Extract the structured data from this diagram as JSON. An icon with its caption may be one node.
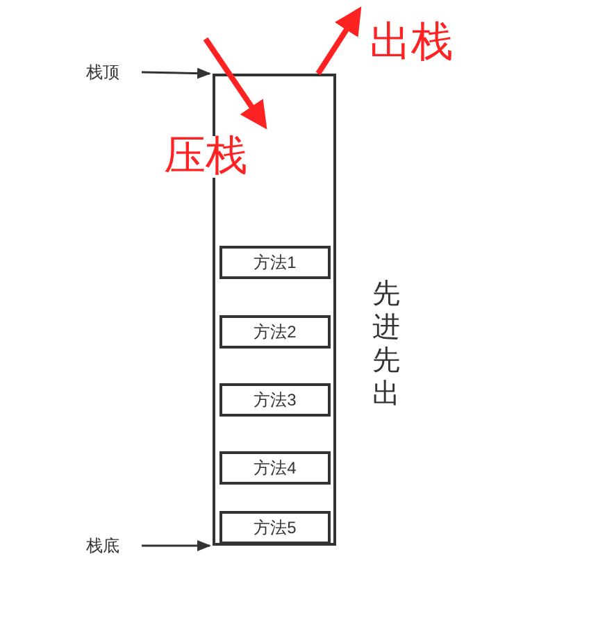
{
  "diagram": {
    "nodes": [
      {
        "text": [
          "栈顶"
        ]
      },
      {
        "text": [],
        "shape": "box"
      },
      {
        "text": [
          "方法1"
        ],
        "in": 1
      },
      {
        "text": [
          "方法2"
        ],
        "in": 1
      },
      {
        "text": [
          "方法3"
        ],
        "in": 1
      },
      {
        "text": [
          "方法4"
        ],
        "in": 1
      },
      {
        "text": [
          "方法5"
        ],
        "in": 1
      },
      {
        "text": [
          "栈底"
        ]
      }
    ],
    "edges": [
      {
        "from": 0,
        "to": 1,
        "arrow": "to"
      },
      {
        "from": 7,
        "to": 1,
        "arrow": "to"
      },
      {
        "from": null,
        "to": 1,
        "arrow": "to",
        "label": "压栈",
        "style": "thick",
        "color": "#ff2222"
      },
      {
        "from": 1,
        "to": null,
        "arrow": "to",
        "label": "出栈",
        "style": "thick",
        "color": "#ff2222"
      }
    ],
    "labels": [
      "先进先出"
    ]
  }
}
